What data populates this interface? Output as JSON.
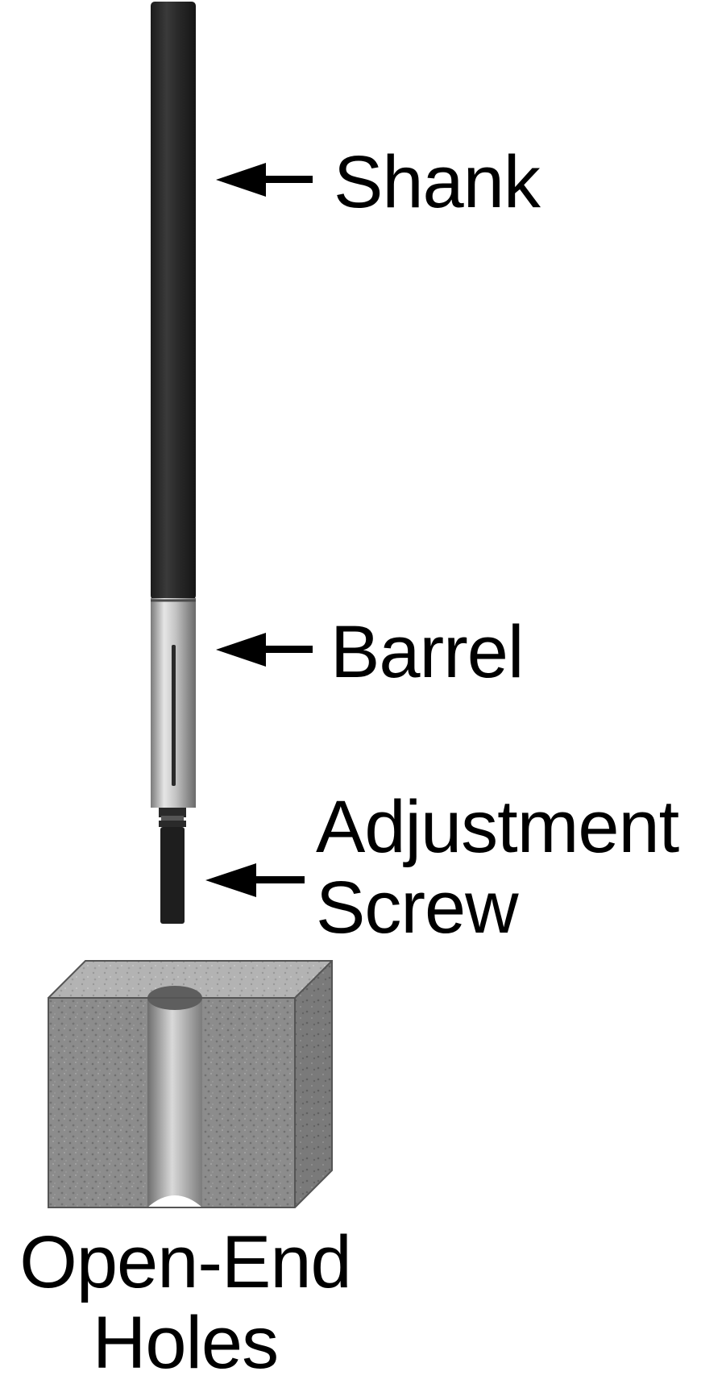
{
  "labels": {
    "shank": "Shank",
    "barrel": "Barrel",
    "adjustment_screw": [
      "Adjustment",
      "Screw"
    ],
    "open_end_holes": [
      "Open-End",
      "Holes"
    ]
  },
  "colors": {
    "shank": "#2b2b2b",
    "barrel": "#b9b9b9",
    "screw": "#1e1e1e",
    "block": "#8e8e8e",
    "text": "#000000"
  }
}
